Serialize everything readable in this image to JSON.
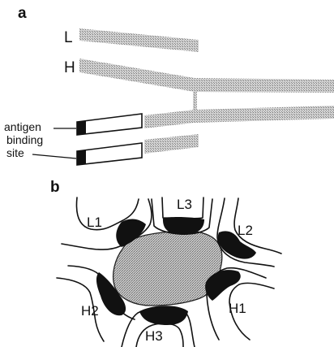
{
  "panel_a": {
    "letter": "a",
    "chain_labels": {
      "light": "L",
      "heavy": "H"
    },
    "site_label": {
      "line1": "antigen",
      "line2": "binding",
      "line3": "site"
    }
  },
  "panel_b": {
    "letter": "b",
    "loops": {
      "l1": "L1",
      "l2": "L2",
      "l3": "L3",
      "h1": "H1",
      "h2": "H2",
      "h3": "H3"
    }
  }
}
